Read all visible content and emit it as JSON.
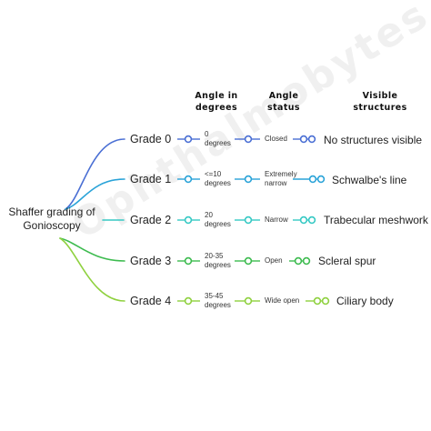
{
  "headers": {
    "angle_degrees": [
      "Angle in",
      "degrees"
    ],
    "angle_status": [
      "Angle",
      "status"
    ],
    "visible_structures": [
      "Visible",
      "structures"
    ]
  },
  "root": {
    "lines": [
      "Shaffer grading of",
      "Gonioscopy"
    ]
  },
  "watermark": "Ophthalmobytes",
  "grades": [
    {
      "label": "Grade 0",
      "degrees": [
        "0",
        "degrees"
      ],
      "status": [
        "Closed"
      ],
      "structure": "No structures visible",
      "color": "#4a6fd4"
    },
    {
      "label": "Grade 1",
      "degrees": [
        "<=10",
        "degrees"
      ],
      "status": [
        "Extremely",
        "narrow"
      ],
      "structure": "Schwalbe's line",
      "color": "#2aa3d8"
    },
    {
      "label": "Grade 2",
      "degrees": [
        "20",
        "degrees"
      ],
      "status": [
        "Narrow"
      ],
      "structure": "Trabecular meshwork",
      "color": "#36c9c4"
    },
    {
      "label": "Grade 3",
      "degrees": [
        "20-35",
        "degrees"
      ],
      "status": [
        "Open"
      ],
      "structure": "Scleral spur",
      "color": "#3dbb4f"
    },
    {
      "label": "Grade 4",
      "degrees": [
        "35-45",
        "degrees"
      ],
      "status": [
        "Wide open"
      ],
      "structure": "Ciliary body",
      "color": "#8fd13f"
    }
  ]
}
